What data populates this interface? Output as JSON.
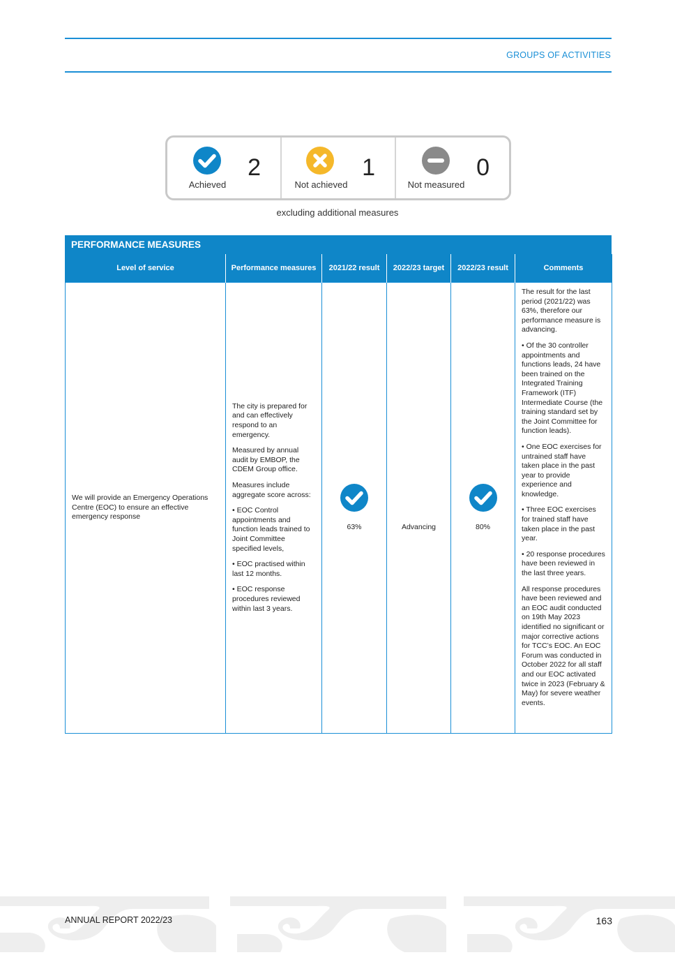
{
  "header": {
    "section_title": "GROUPS OF ACTIVITIES"
  },
  "summary": {
    "items": [
      {
        "label": "Achieved",
        "count": "2",
        "icon": "check-circle-icon",
        "color": "#0f86c8"
      },
      {
        "label": "Not achieved",
        "count": "1",
        "icon": "cross-circle-icon",
        "color": "#f5b82a"
      },
      {
        "label": "Not measured",
        "count": "0",
        "icon": "minus-circle-icon",
        "color": "#8a8a8a"
      }
    ],
    "note": "excluding additional measures"
  },
  "table": {
    "title": "PERFORMANCE MEASURES",
    "columns": [
      "Level of service",
      "Performance measures",
      "2021/22 result",
      "2022/23 target",
      "2022/23 result",
      "Comments"
    ],
    "row": {
      "level_of_service": "We will provide an Emergency Operations Centre (EOC) to ensure an effective emergency response",
      "performance_measures": [
        "The city is prepared for and can effectively respond to an emergency.",
        "Measured by annual audit by EMBOP, the CDEM Group office.",
        "Measures include aggregate score across:",
        "• EOC Control appointments and function leads trained to Joint Committee specified levels,",
        "• EOC practised within last 12 months.",
        "• EOC response procedures reviewed within last 3 years."
      ],
      "result_2021_22": "63%",
      "target_2022_23": "Advancing",
      "result_2022_23": "80%",
      "comments": [
        "The result for the last period (2021/22) was 63%, therefore our performance measure is advancing.",
        "• Of the 30 controller appointments and functions leads, 24 have been trained on the Integrated Training Framework (ITF) Intermediate Course (the training standard set by the Joint Committee for function leads).",
        "• One EOC exercises for untrained staff have taken place in the past year to provide experience and knowledge.",
        "• Three EOC exercises for trained staff have taken place in the past year.",
        "• 20 response procedures have been reviewed in the last three years.",
        "All response procedures have been reviewed and an EOC audit conducted on 19th May 2023 identified no significant or major corrective actions for TCC’s EOC. An EOC Forum was conducted in October 2022 for all staff and our EOC activated twice in 2023 (February & May) for severe weather events."
      ]
    }
  },
  "footer": {
    "report": "ANNUAL REPORT 2022/23",
    "page": "163"
  }
}
